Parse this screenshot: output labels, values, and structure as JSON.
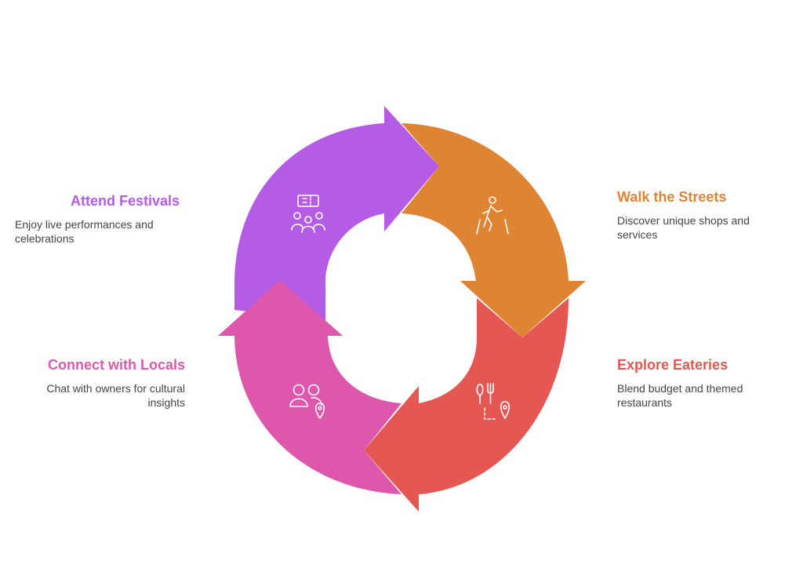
{
  "steps": [
    {
      "id": "attend",
      "title": "Attend Festivals",
      "description": "Enjoy live performances and celebrations",
      "color": "#B55CE6",
      "icon": "ticket-crowd-icon"
    },
    {
      "id": "walk",
      "title": "Walk the Streets",
      "description": "Discover unique shops and services",
      "color": "#DF8432",
      "icon": "walking-person-icon"
    },
    {
      "id": "explore",
      "title": "Explore Eateries",
      "description": "Blend budget and themed restaurants",
      "color": "#E55752",
      "icon": "dining-location-icon"
    },
    {
      "id": "connect",
      "title": "Connect with Locals",
      "description": "Chat with owners for cultural insights",
      "color": "#DD58AC",
      "icon": "people-location-icon"
    }
  ]
}
